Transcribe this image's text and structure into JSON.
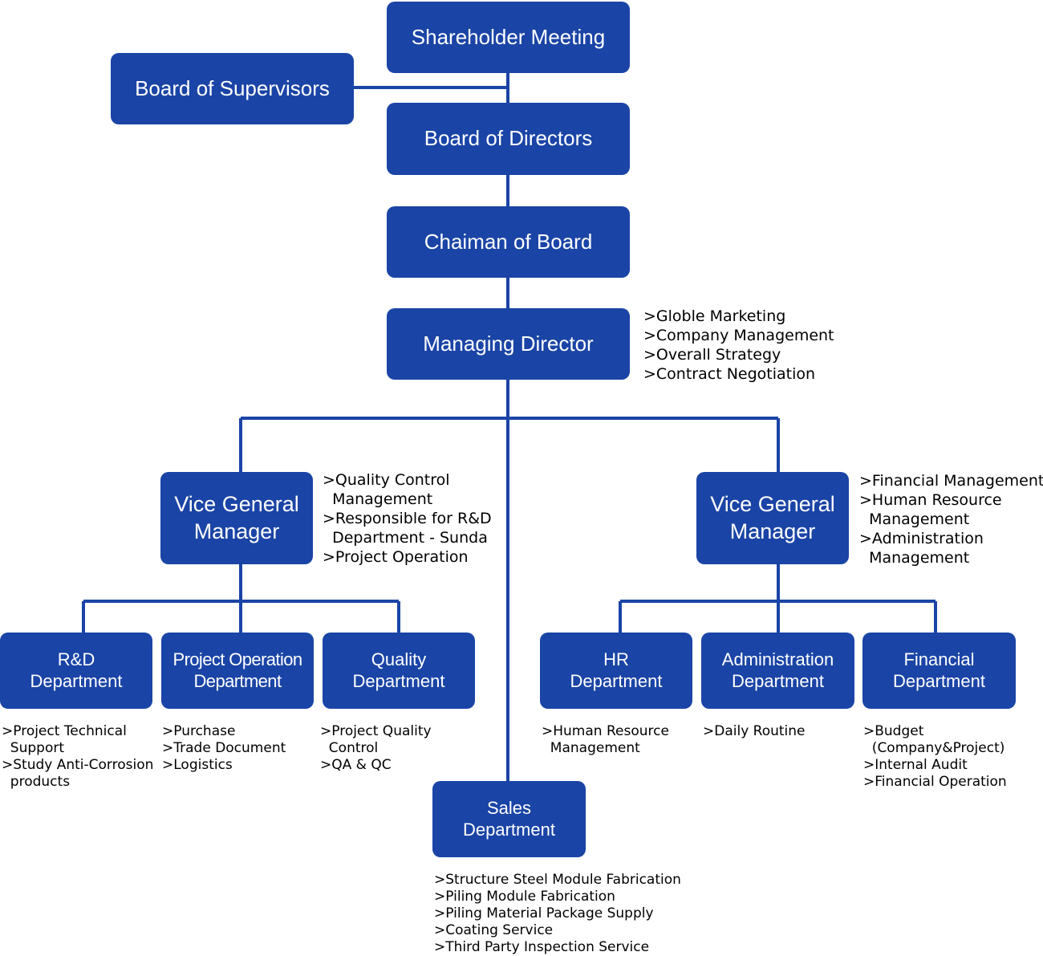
{
  "colors": {
    "box": "#1a44a6",
    "line": "#1a44a6",
    "text": "#000000"
  },
  "nodes": {
    "shareholder": "Shareholder Meeting",
    "supervisors": "Board of Supervisors",
    "directors": "Board of Directors",
    "chairman": "Chaiman of Board",
    "managing": "Managing Director",
    "vgm_left": "Vice General\nManager",
    "vgm_right": "Vice General\nManager",
    "rd": "R&D\nDepartment",
    "project_op": "Project Operation\nDepartment",
    "quality": "Quality\nDepartment",
    "sales": "Sales\nDepartment",
    "hr": "HR\nDepartment",
    "admin": "Administration\nDepartment",
    "financial": "Financial\nDepartment"
  },
  "notes": {
    "managing": [
      ">Globle Marketing",
      ">Company Management",
      ">Overall Strategy",
      ">Contract Negotiation"
    ],
    "vgm_left": [
      ">Quality Control",
      "  Management",
      ">Responsible for R&D",
      "  Department - Sunda",
      ">Project Operation"
    ],
    "vgm_right": [
      ">Financial Management",
      ">Human Resource",
      "  Management",
      ">Administration",
      "  Management"
    ],
    "rd": [
      ">Project Technical",
      "  Support",
      ">Study Anti-Corrosion",
      "  products"
    ],
    "project_op": [
      ">Purchase",
      ">Trade Document",
      ">Logistics"
    ],
    "quality": [
      ">Project Quality",
      "  Control",
      ">QA & QC"
    ],
    "hr": [
      ">Human Resource",
      "  Management"
    ],
    "admin": [
      ">Daily Routine"
    ],
    "financial": [
      ">Budget",
      "  (Company&Project)",
      ">Internal Audit",
      ">Financial Operation"
    ],
    "sales": [
      ">Structure Steel Module Fabrication",
      ">Piling Module Fabrication",
      ">Piling Material Package Supply",
      ">Coating Service",
      ">Third Party Inspection Service"
    ]
  }
}
